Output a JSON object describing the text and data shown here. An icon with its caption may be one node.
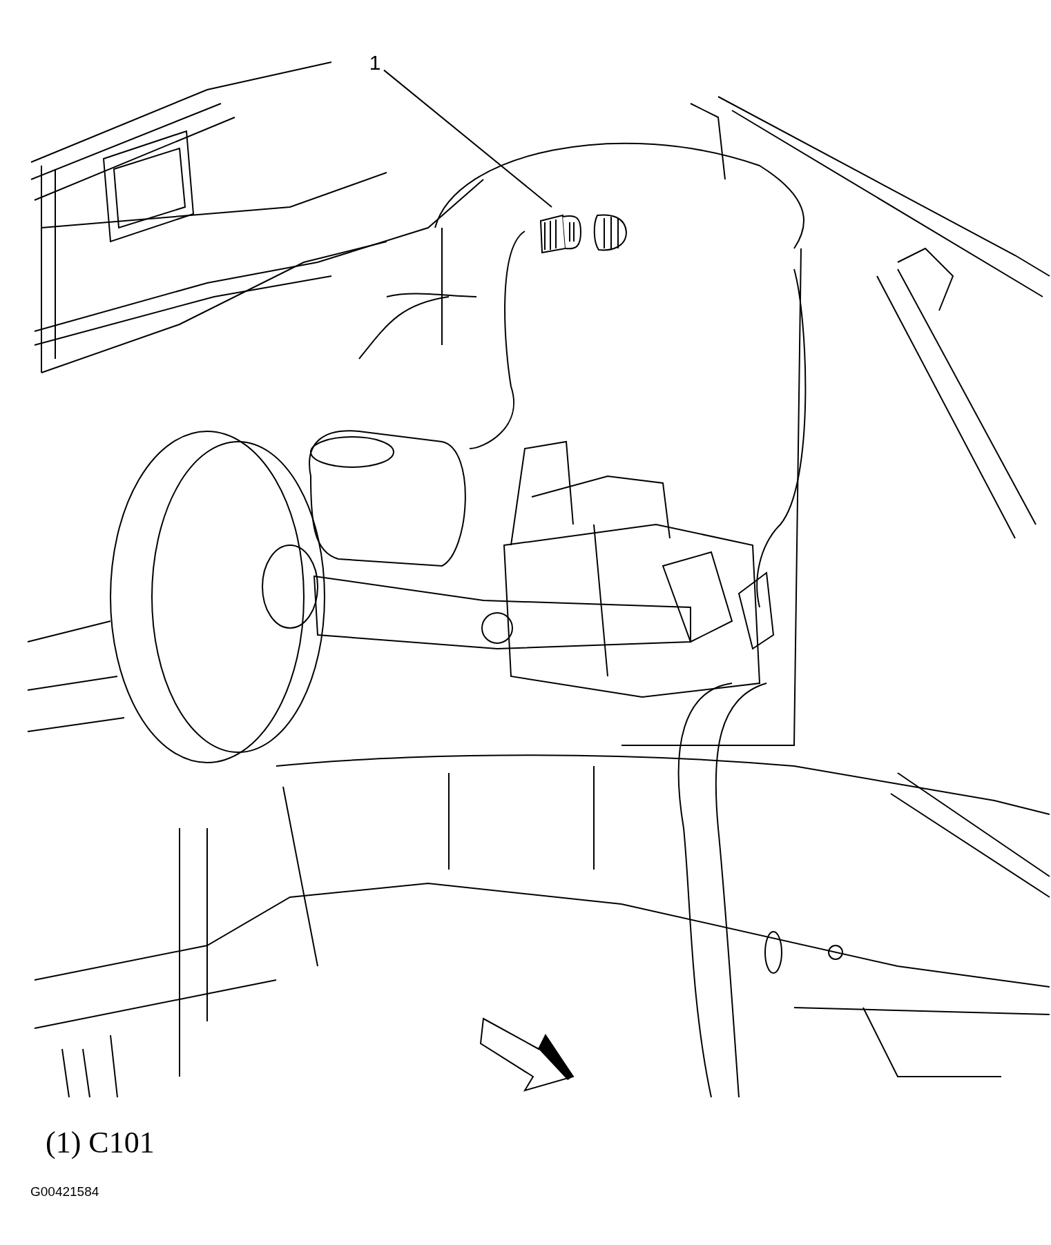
{
  "diagram": {
    "nodes": [
      {
        "text": [
          "1"
        ]
      },
      {
        "text": [],
        "shape": "picture"
      }
    ],
    "edges": [
      {
        "from": 0,
        "to": 1,
        "arrow": "none"
      }
    ],
    "labels": [
      "(1) C101",
      "G00421584"
    ]
  }
}
